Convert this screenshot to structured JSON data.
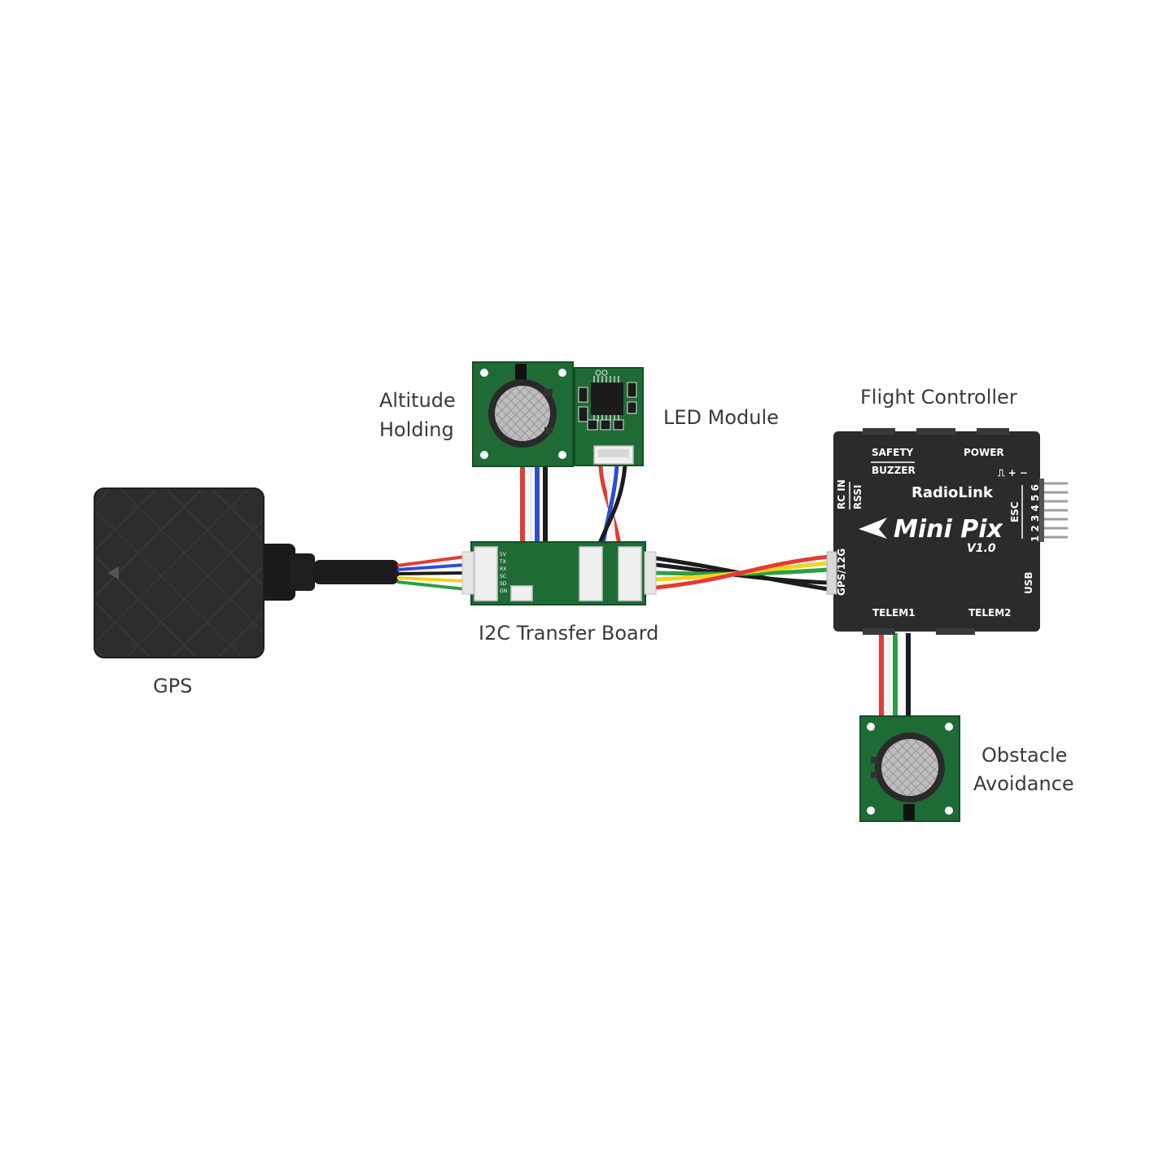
{
  "labels": {
    "gps": "GPS",
    "altitude_line1": "Altitude",
    "altitude_line2": "Holding",
    "led_module": "LED Module",
    "flight_controller": "Flight Controller",
    "i2c_board": "I2C Transfer Board",
    "obstacle_line1": "Obstacle",
    "obstacle_line2": "Avoidance"
  },
  "flight_controller": {
    "safety": "SAFETY",
    "buzzer": "BUZZER",
    "power": "POWER",
    "power_symbols": "⎍ + −",
    "rc_in": "RC IN",
    "rssi": "RSSI",
    "brand": "RadioLink",
    "model": "Mini Pix",
    "version": "V1.0",
    "esc": "ESC",
    "esc_channels": "1 2 3 4 5 6",
    "gps_port": "GPS/12G",
    "usb": "USB",
    "telem1": "TELEM1",
    "telem2": "TELEM2"
  },
  "i2c_board_pins": [
    "5V",
    "TX",
    "RX",
    "SC",
    "SD",
    "GN"
  ],
  "colors": {
    "pcb_green": "#1f6b35",
    "fc_body": "#2b2b2b",
    "gps_body": "#2d2d2d",
    "wire_red": "#e53935",
    "wire_yellow": "#f2d31b",
    "wire_green": "#2e9e44",
    "wire_blue": "#2b4fd1",
    "wire_black": "#1c1c1c",
    "wire_white": "#f2f2f2"
  },
  "icons": [
    "gps-arrow-icon",
    "radiolink-arrow-icon"
  ]
}
